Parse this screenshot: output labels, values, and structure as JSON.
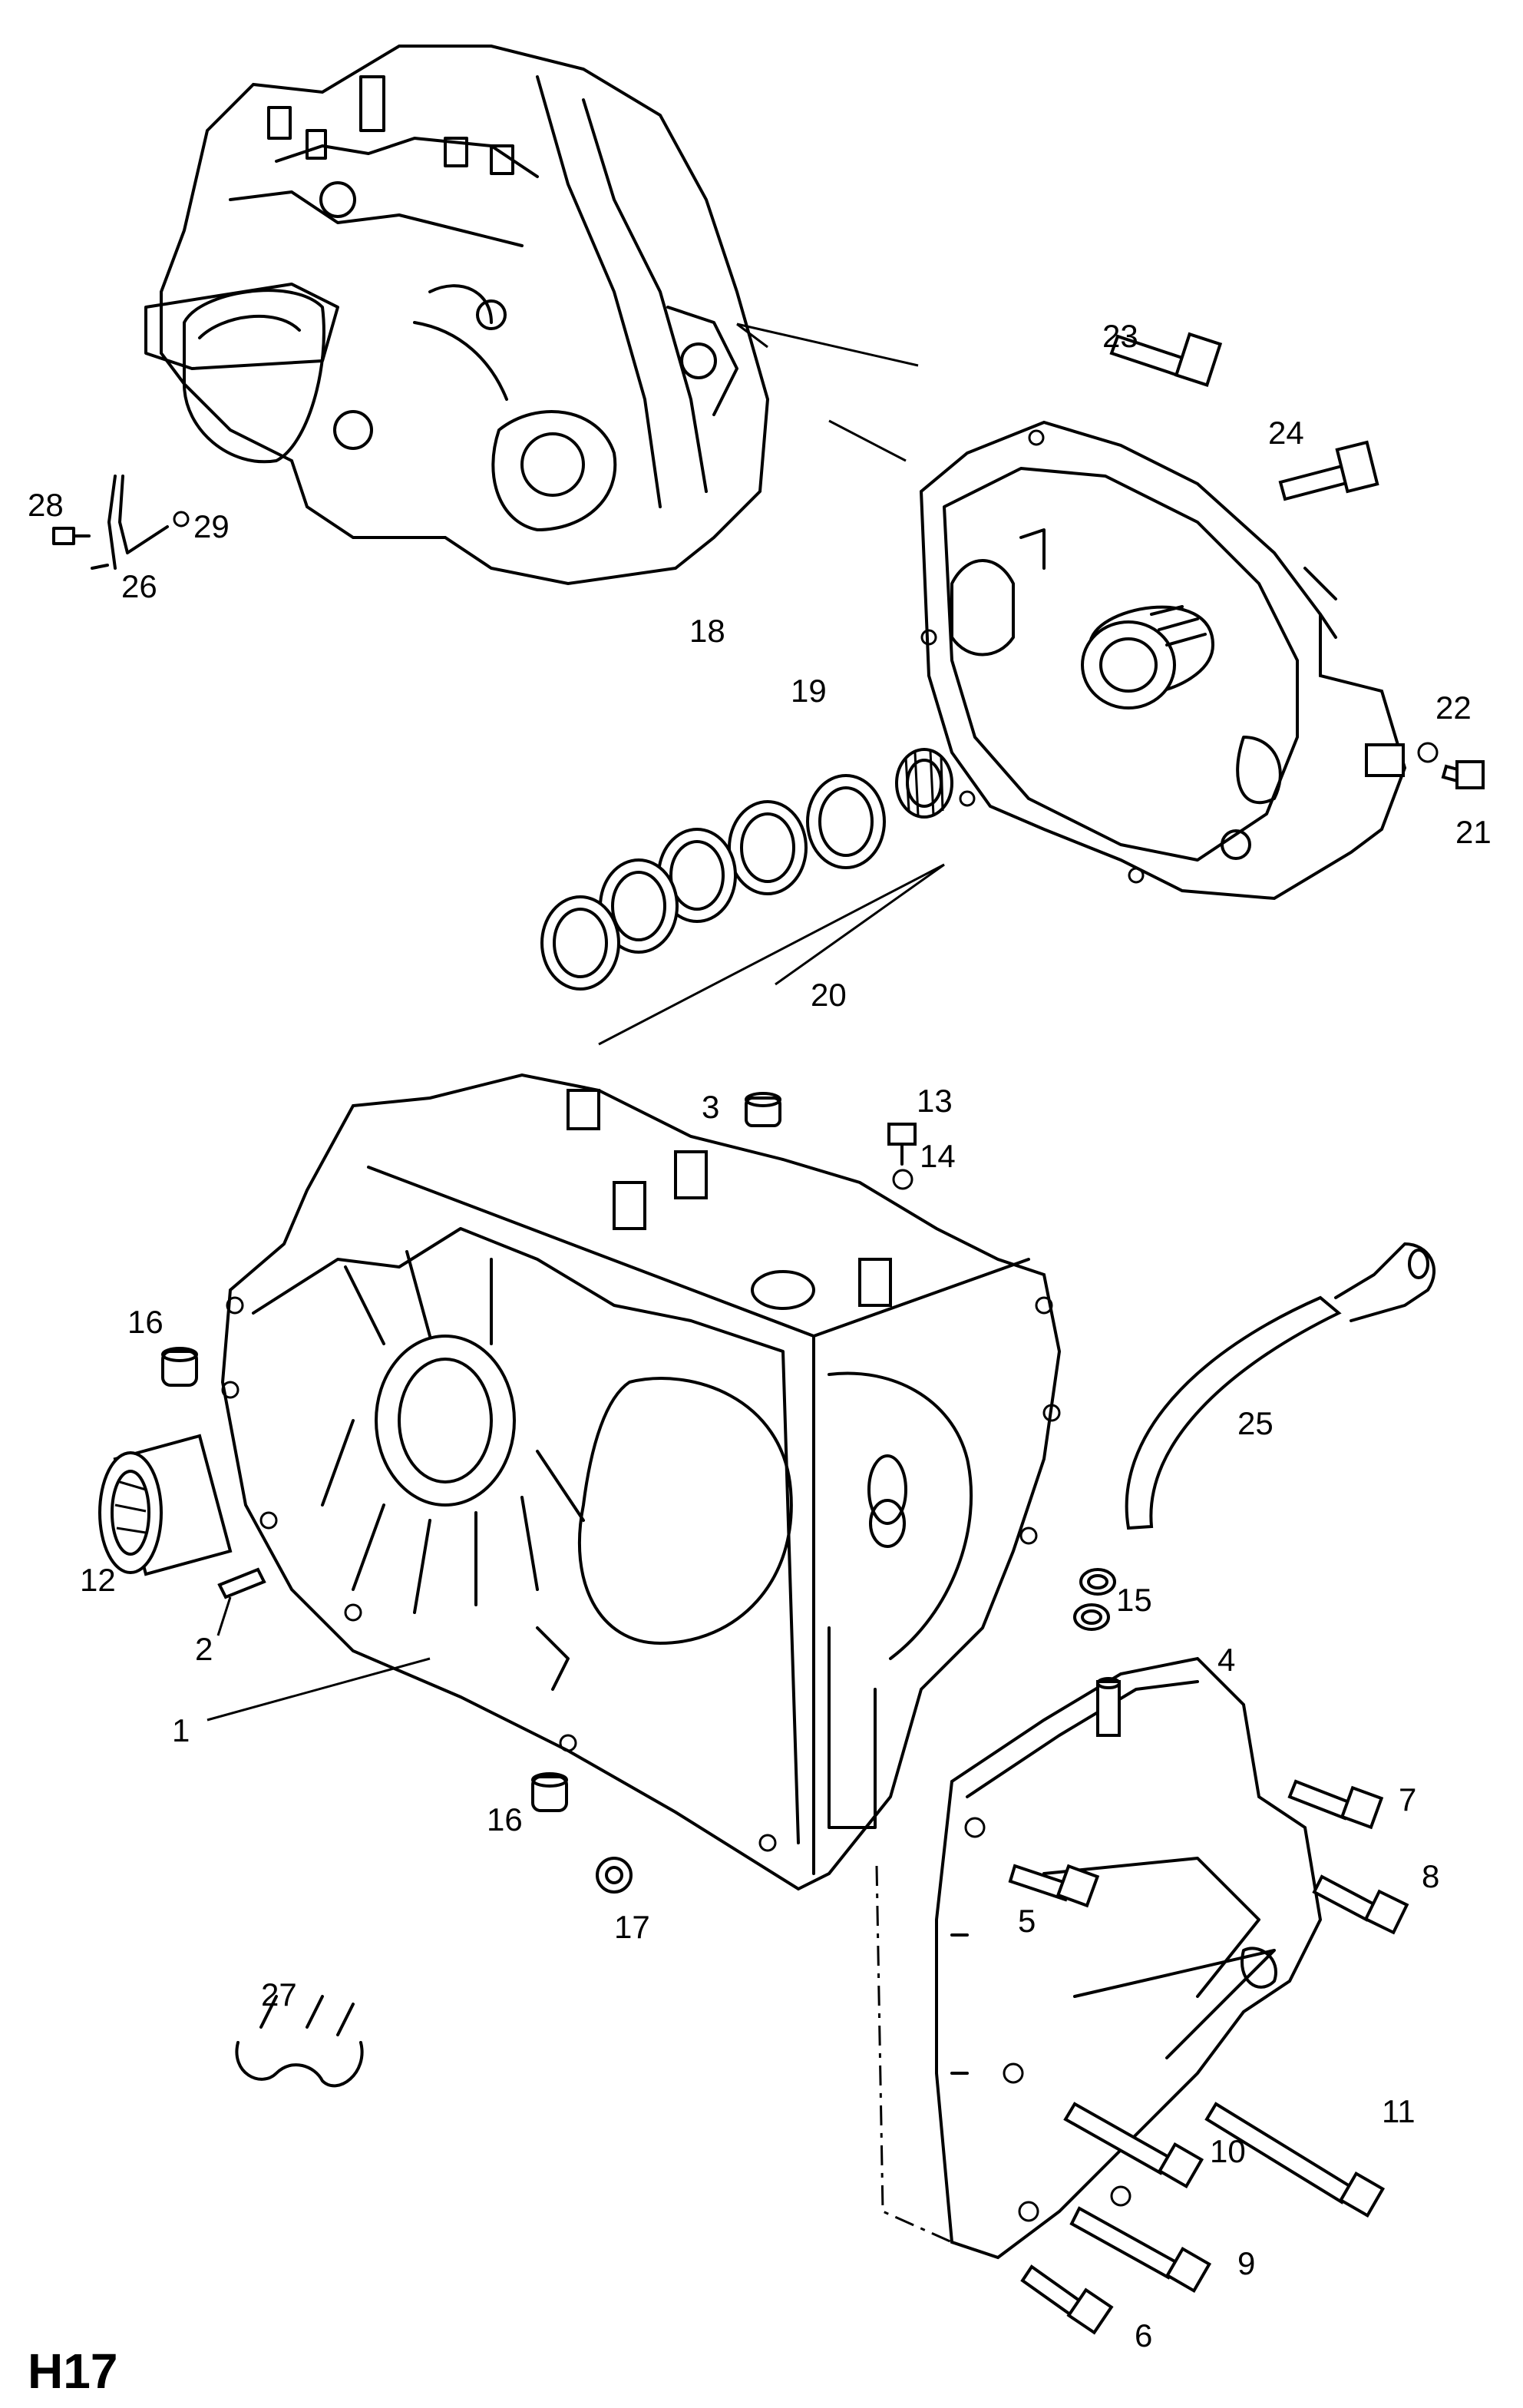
{
  "page_ref": "H17",
  "callouts": [
    "1",
    "2",
    "3",
    "4",
    "5",
    "6",
    "7",
    "8",
    "9",
    "10",
    "11",
    "12",
    "13",
    "14",
    "15",
    "16",
    "16",
    "17",
    "18",
    "19",
    "20",
    "21",
    "22",
    "23",
    "24",
    "25",
    "26",
    "27",
    "28",
    "29"
  ]
}
